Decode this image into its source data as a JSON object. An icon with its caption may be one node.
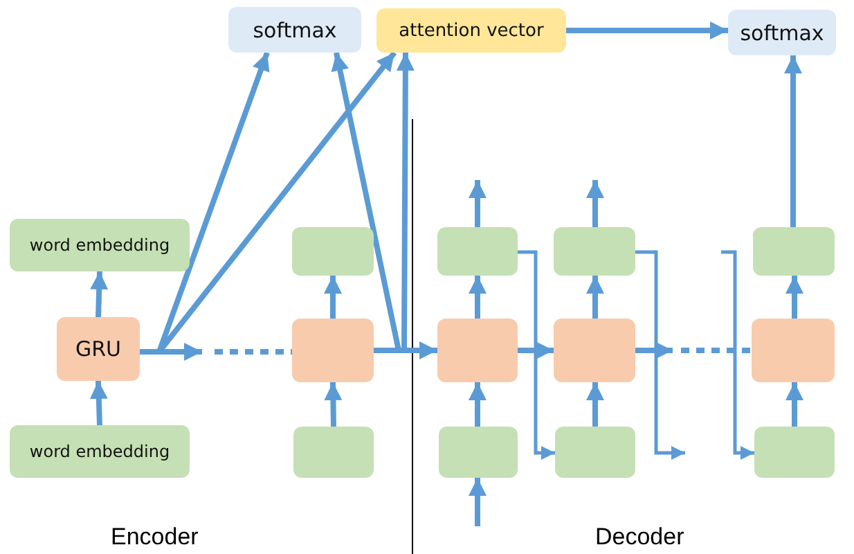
{
  "diagram": {
    "nodes": [
      {
        "text": [
          "softmax"
        ]
      },
      {
        "text": [
          "attention vector"
        ]
      },
      {
        "text": [
          "softmax"
        ]
      },
      {
        "text": [
          "word embedding"
        ]
      },
      {
        "text": [
          "GRU"
        ]
      },
      {
        "text": [
          "word embedding"
        ]
      },
      {
        "text": [],
        "shape": "box"
      },
      {
        "text": [],
        "shape": "box"
      },
      {
        "text": [],
        "shape": "box"
      },
      {
        "text": [],
        "shape": "box"
      },
      {
        "text": [],
        "shape": "box"
      },
      {
        "text": [],
        "shape": "box"
      },
      {
        "text": [],
        "shape": "box"
      },
      {
        "text": [],
        "shape": "box"
      },
      {
        "text": [],
        "shape": "box"
      },
      {
        "text": [],
        "shape": "box"
      },
      {
        "text": [],
        "shape": "box"
      },
      {
        "text": [],
        "shape": "box"
      }
    ],
    "edges": [
      {
        "from": 5,
        "to": 4,
        "arrow": "to"
      },
      {
        "from": 4,
        "to": 3,
        "arrow": "to"
      },
      {
        "from": 4,
        "to": null,
        "arrow": "to"
      },
      {
        "from": null,
        "to": 7,
        "arrow": "none",
        "style": "dashed"
      },
      {
        "from": 4,
        "to": 0,
        "arrow": "to"
      },
      {
        "from": 4,
        "to": 1,
        "arrow": "to"
      },
      {
        "from": 8,
        "to": 7,
        "arrow": "to"
      },
      {
        "from": 7,
        "to": 6,
        "arrow": "to"
      },
      {
        "from": 7,
        "to": 10,
        "arrow": "to"
      },
      {
        "from": 7,
        "to": 0,
        "arrow": "to"
      },
      {
        "from": 7,
        "to": 1,
        "arrow": "to"
      },
      {
        "from": 1,
        "to": 2,
        "arrow": "to"
      },
      {
        "from": 15,
        "to": 2,
        "arrow": "to"
      },
      {
        "from": null,
        "to": 11,
        "arrow": "to"
      },
      {
        "from": 11,
        "to": 10,
        "arrow": "to"
      },
      {
        "from": 10,
        "to": 9,
        "arrow": "to"
      },
      {
        "from": 9,
        "to": null,
        "arrow": "to"
      },
      {
        "from": 10,
        "to": 13,
        "arrow": "to"
      },
      {
        "from": 9,
        "to": 14,
        "arrow": "to"
      },
      {
        "from": 14,
        "to": 13,
        "arrow": "to"
      },
      {
        "from": 13,
        "to": 12,
        "arrow": "to"
      },
      {
        "from": 12,
        "to": null,
        "arrow": "to"
      },
      {
        "from": 13,
        "to": null,
        "arrow": "to"
      },
      {
        "from": 12,
        "to": null,
        "arrow": "to"
      },
      {
        "from": null,
        "to": 16,
        "arrow": "none",
        "style": "dashed"
      },
      {
        "from": null,
        "to": 17,
        "arrow": "to"
      },
      {
        "from": 17,
        "to": 16,
        "arrow": "to"
      },
      {
        "from": 16,
        "to": 15,
        "arrow": "to"
      }
    ],
    "labels": [
      "Encoder",
      "Decoder"
    ]
  }
}
